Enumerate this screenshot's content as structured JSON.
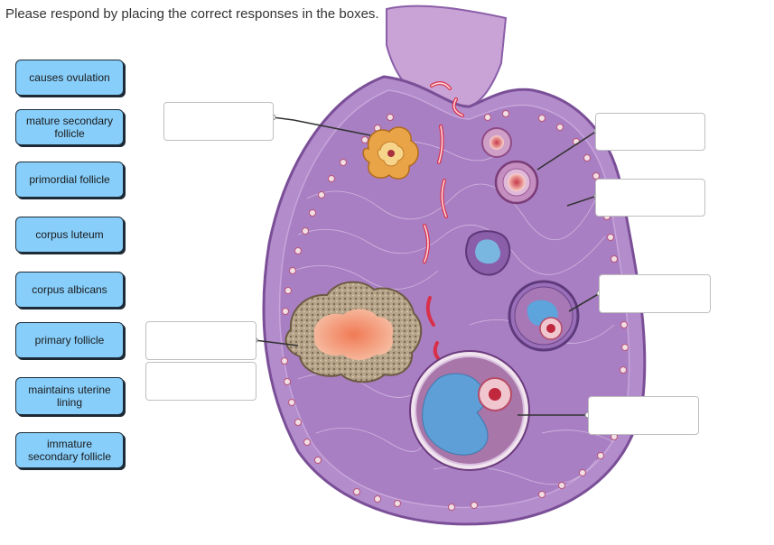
{
  "instructions": "Please respond by placing the correct responses in the boxes.",
  "labels": [
    "causes ovulation",
    "mature secondary follicle",
    "primordial follicle",
    "corpus luteum",
    "corpus albicans",
    "primary follicle",
    "maintains uterine lining",
    "immature secondary follicle"
  ],
  "drop_zones": [
    "",
    "",
    "",
    "",
    "",
    "",
    ""
  ],
  "colors": {
    "label_fill": "#87cefa",
    "ovary_tissue": "#b38ccc",
    "follicle_fluid": "#5d9fd6",
    "corpus_luteum": "#e9a447"
  }
}
